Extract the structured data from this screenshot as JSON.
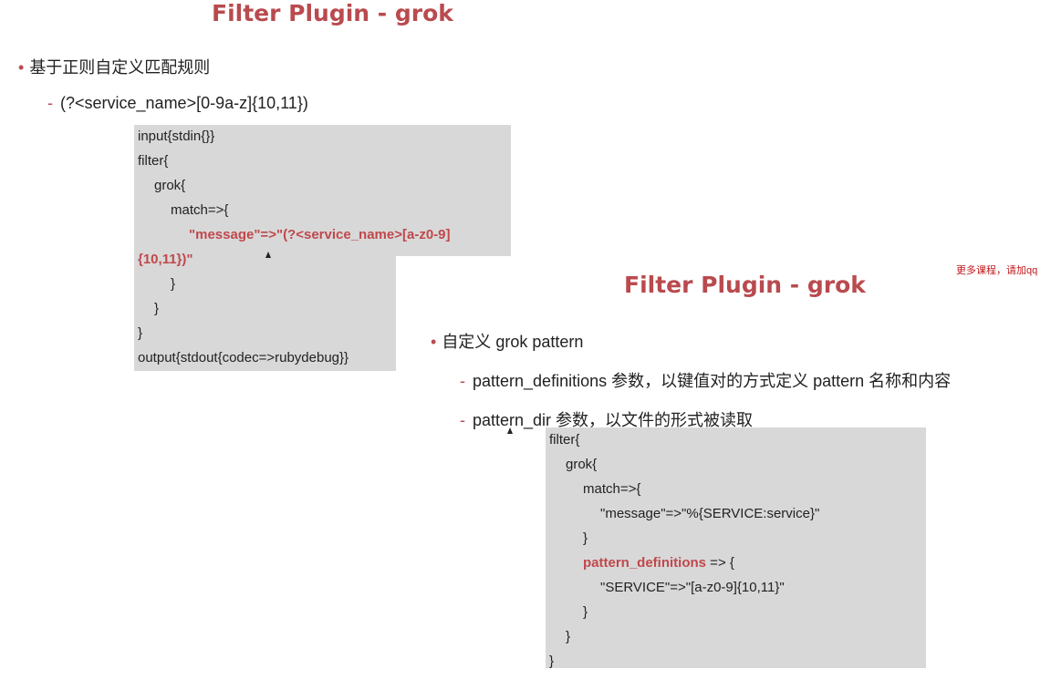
{
  "slide1": {
    "title": "Filter Plugin - grok",
    "bullet": "基于正则自定义匹配规则",
    "sub": "(?<service_name>[0-9a-z]{10,11})",
    "code": {
      "l1": "input{stdin{}}",
      "l2": "filter{",
      "l3": "grok{",
      "l4": "match=>{",
      "l5": "\"message\"=>\"(?<service_name>[a-z0-9]",
      "l6": "{10,11})\"",
      "l7": "}",
      "l8": "}",
      "l9": "}",
      "l10": "output{stdout{codec=>rubydebug}}"
    }
  },
  "slide2": {
    "title": "Filter Plugin - grok",
    "bullet": "自定义 grok pattern",
    "sub1": "pattern_definitions 参数，以键值对的方式定义 pattern 名称和内容",
    "sub2": "pattern_dir 参数，以文件的形式被读取",
    "code": {
      "l1": "filter{",
      "l2": "grok{",
      "l3": "match=>{",
      "l4": "\"message\"=>\"%{SERVICE:service}\"",
      "l5": "}",
      "l6_key": "pattern_definitions",
      "l6_rest": " => {",
      "l7": "\"SERVICE\"=>\"[a-z0-9]{10,11}\"",
      "l8": "}",
      "l9": "}",
      "l10": "}"
    }
  },
  "watermark": "更多课程，请加qq"
}
